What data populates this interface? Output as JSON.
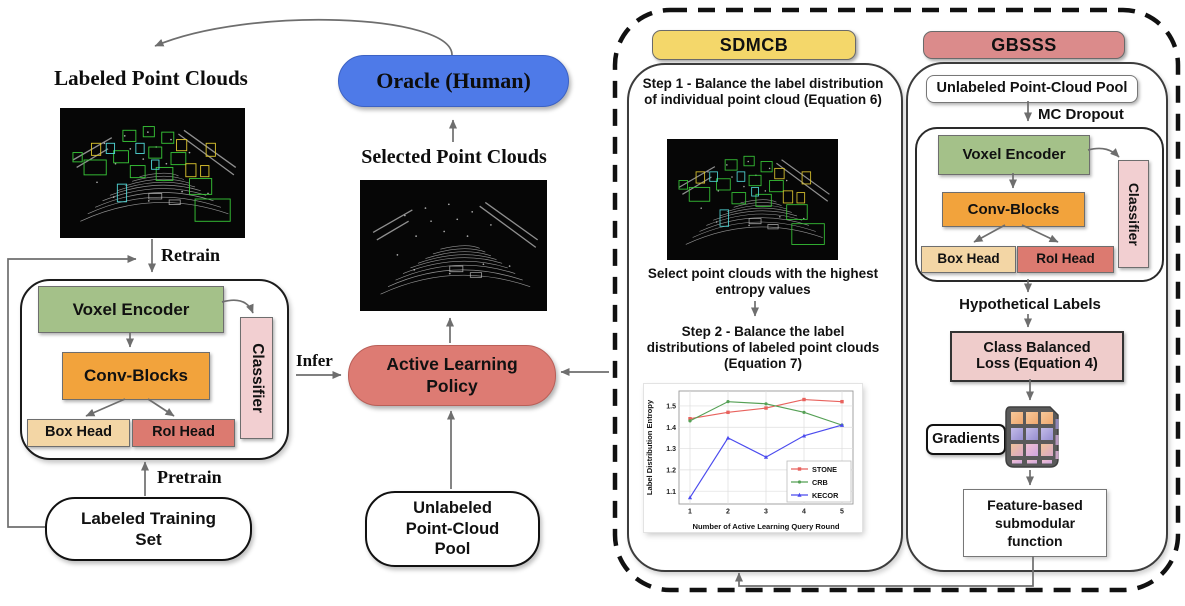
{
  "left": {
    "title": "Labeled Point Clouds",
    "retrain": "Retrain",
    "pretrain": "Pretrain",
    "infer": "Infer",
    "model": {
      "voxel": "Voxel Encoder",
      "conv": "Conv-Blocks",
      "box_head": "Box Head",
      "roi_head": "RoI Head",
      "classifier": "Classifier"
    },
    "training_set_lines": [
      "Labeled Training",
      "Set"
    ]
  },
  "center": {
    "oracle": "Oracle (Human)",
    "selected_title": "Selected Point Clouds",
    "policy_lines": [
      "Active Learning",
      "Policy"
    ],
    "pool_lines": [
      "Unlabeled",
      "Point-Cloud",
      "Pool"
    ]
  },
  "sdmcb": {
    "header": "SDMCB",
    "step1": "Step 1 - Balance the label distribution of individual point cloud (Equation 6)",
    "select": "Select point clouds with the highest entropy values",
    "step2": "Step 2 - Balance the label distributions of labeled point clouds (Equation 7)"
  },
  "gbsss": {
    "header": "GBSSS",
    "pool": "Unlabeled Point-Cloud Pool",
    "mc_dropout": "MC Dropout",
    "model": {
      "voxel": "Voxel Encoder",
      "conv": "Conv-Blocks",
      "box_head": "Box Head",
      "roi_head": "RoI Head",
      "classifier": "Classifier"
    },
    "hypothetical_labels": "Hypothetical Labels",
    "class_balanced_lines": [
      "Class Balanced",
      "Loss (Equation 4)"
    ],
    "gradients": "Gradients",
    "submodular_lines": [
      "Feature-based",
      "submodular",
      "function"
    ]
  },
  "chart_data": {
    "type": "line",
    "x": [
      1,
      2,
      3,
      4,
      5
    ],
    "series": [
      {
        "name": "STONE",
        "color": "#e8625d",
        "marker": "square",
        "values": [
          1.44,
          1.47,
          1.49,
          1.53,
          1.52
        ]
      },
      {
        "name": "CRB",
        "color": "#55a055",
        "marker": "circle",
        "values": [
          1.43,
          1.52,
          1.51,
          1.47,
          1.41
        ]
      },
      {
        "name": "KECOR",
        "color": "#4b4bee",
        "marker": "triangle",
        "values": [
          1.07,
          1.35,
          1.26,
          1.36,
          1.41
        ]
      }
    ],
    "xlabel": "Number of Active Learning Query Round",
    "ylabel": "Label Distribution Entropy",
    "xticks": [
      1,
      2,
      3,
      4,
      5
    ],
    "yticks": [
      1.1,
      1.2,
      1.3,
      1.4,
      1.5
    ],
    "ylim": [
      1.04,
      1.57
    ],
    "grid": true,
    "legend_position": "lower right"
  },
  "colors": {
    "oracle_blue": "#4e7ae8",
    "policy_red": "#dd7b73",
    "sdmcb_yellow": "#f4d76a",
    "gbsss_pink": "#db8b8b",
    "voxel_green": "#a4c189",
    "conv_orange": "#f2a33c",
    "box_head_tan": "#f3d6a5",
    "roi_head_red": "#dc7a70",
    "classifier_pink": "#f2cfd1",
    "class_balanced_pink": "#efcccb"
  }
}
